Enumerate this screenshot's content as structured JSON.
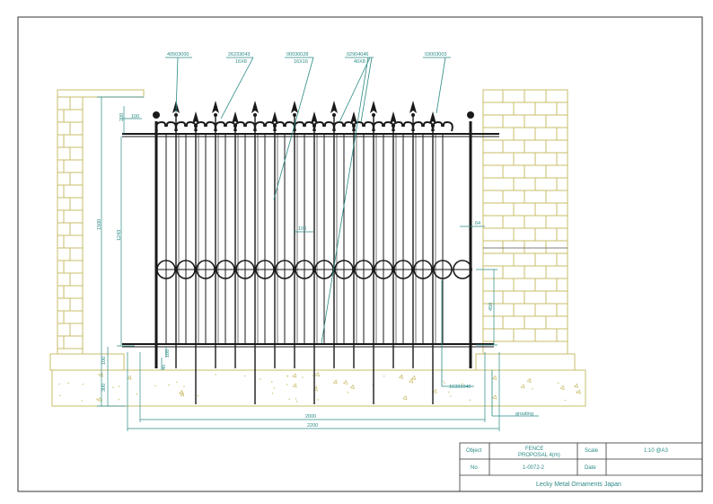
{
  "callouts": {
    "spear_top": "40503000",
    "scroll": "26233043",
    "scroll_size": "16X8",
    "picket": "00030028",
    "picket_size": "16X16",
    "rail": "02904046",
    "rail_size": "40X8",
    "spear_right": "03003003",
    "ring": "16331040",
    "grouting": "grouting"
  },
  "dimensions": {
    "top_gap": "200",
    "post_offset": "100",
    "total_height": "1500",
    "upper_height": "1243",
    "picket_spacing": "100",
    "pier_gap": "64",
    "ring_height": "450",
    "lower_a": "100",
    "lower_b": "40",
    "lower_c": "100",
    "foundation": "300",
    "width_inner": "2000",
    "width_outer": "2200"
  },
  "title_block": {
    "object_label": "Object",
    "object_value_1": "FENCE",
    "object_value_2": "PROPOSAL 4(m)",
    "scale_label": "Scale",
    "scale_value": "1:10 @A3",
    "no_label": "No",
    "no_value": "1-0072-2",
    "date_label": "Date",
    "date_value": "",
    "company": "Lecky Metal Ornaments Japan"
  },
  "colors": {
    "line": "#2a8a86",
    "brick": "#c9bd6a",
    "metal": "#1a1a1a",
    "frame": "#333333"
  }
}
